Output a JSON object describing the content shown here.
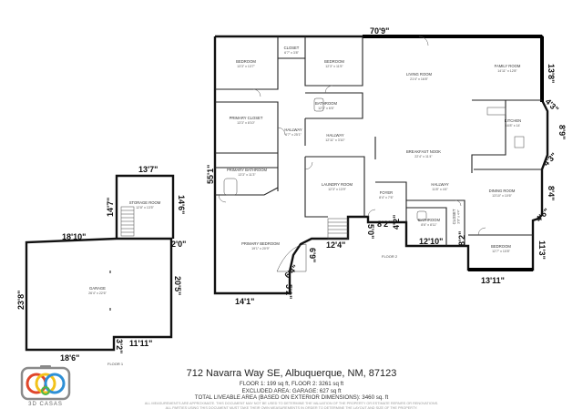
{
  "title": {
    "address": "712 Navarra Way SE, Albuquerque, NM, 87123",
    "floor_areas": "FLOOR 1: 199 sq ft, FLOOR 2: 3261 sq ft",
    "excluded_area": "EXCLUDED AREA: GARAGE: 627 sq ft",
    "total_area": "TOTAL LIVEABLE AREA (BASED ON EXTERIOR DIMENSIONS): 3460 sq. ft"
  },
  "disclaimer": {
    "line1": "ALL MEASUREMENTS ARE APPROXIMATE. THIS DOCUMENT MAY NOT BE USED TO DETERMINE THE VALUATION OF THE PROPERTY OR ESTIMATE REPAIRS OR RENOVATIONS.",
    "line2": "ALL PARTIES USING THIS DOCUMENT MUST TAKE THEIR OWN MEASUREMENTS IN ORDER TO DETERMINE THE LAYOUT AND SIZE OF THE PROPERTY."
  },
  "logo": {
    "text": "3D CASAS"
  },
  "floor_labels": {
    "floor1": "FLOOR 1",
    "floor2": "FLOOR 2"
  },
  "rooms": {
    "bedroom_nw": {
      "name": "BEDROOM",
      "dims": "13'3\" x 13'7\""
    },
    "closet": {
      "name": "CLOSET",
      "dims": "6'7\" x 3'8\""
    },
    "bedroom_n": {
      "name": "BEDROOM",
      "dims": "12'3\" x 11'5\""
    },
    "living_room": {
      "name": "LIVING ROOM",
      "dims": "21'4\" x 16'8\""
    },
    "family_room": {
      "name": "FAMILY ROOM",
      "dims": "14'11\" x 12'8\""
    },
    "bathroom_1": {
      "name": "BATHROOM",
      "dims": "12'3\" x 6'6\""
    },
    "primary_closet": {
      "name": "PRIMARY CLOSET",
      "dims": "13'3\" x 8'10\""
    },
    "hallway_1": {
      "name": "HALLWAY",
      "dims": "6'7\" x 25'1\""
    },
    "hallway_2": {
      "name": "HALLWAY",
      "dims": "12'11\" x 3'10\""
    },
    "kitchen": {
      "name": "KITCHEN",
      "dims": "16'8\" x 14'"
    },
    "primary_bathroom": {
      "name": "PRIMARY BATHROOM",
      "dims": "13'3\" x 11'3\""
    },
    "breakfast_nook": {
      "name": "BREAKFAST NOOK",
      "dims": "22'4\" x 11'4\""
    },
    "laundry_room": {
      "name": "LAUNDRY ROOM",
      "dims": "12'3\" x 13'9\""
    },
    "foyer": {
      "name": "FOYER",
      "dims": "8'4\" x 7'6\""
    },
    "hallway_3": {
      "name": "HALLWAY",
      "dims": "11'8\" x 4'4\""
    },
    "dining_room": {
      "name": "DINING ROOM",
      "dims": "13'10\" x 10'6\""
    },
    "storage_room": {
      "name": "STORAGE ROOM",
      "dims": "12'8\" x 13'5\""
    },
    "bathroom_2": {
      "name": "BATHROOM",
      "dims": "8'6\" x 8'11\""
    },
    "closet_2": {
      "name": "CLOSET",
      "dims": "3'6\" x 4'4\""
    },
    "primary_bedroom": {
      "name": "PRIMARY BEDROOM",
      "dims": "19'1\" x 20'9\""
    },
    "bedroom_se": {
      "name": "BEDROOM",
      "dims": "12'7\" x 10'8\""
    },
    "garage": {
      "name": "GARAGE",
      "dims": "26'4\" x 22'6\""
    }
  },
  "dimensions": {
    "top_width": "70'9\"",
    "right_1": "13'8\"",
    "right_2": "4'3\"",
    "right_3": "8'9\"",
    "right_4": "4'3\"",
    "right_5": "8'4\"",
    "right_6": "4'6\"",
    "right_7": "11'3\"",
    "bottom_right": "13'11\"",
    "left_height": "55'1\"",
    "stair_1": "5'0\"",
    "stair_2": "12'4\"",
    "entry_1": "8'2\"",
    "entry_2": "4'2\"",
    "entry_3": "12'10\"",
    "entry_4": "8'2\"",
    "bed_1": "6'9\"",
    "bed_2": "6'4\"",
    "bed_3": "5'2\"",
    "bottom_left": "14'1\"",
    "storage_top": "13'7\"",
    "storage_left": "14'7\"",
    "storage_right": "14'6\"",
    "storage_small": "2'0\"",
    "garage_top": "18'10\"",
    "garage_left": "23'8\"",
    "garage_right": "20'5\"",
    "garage_bottom": "18'6\"",
    "garage_small": "3'2\"",
    "garage_inner": "11'11\""
  }
}
